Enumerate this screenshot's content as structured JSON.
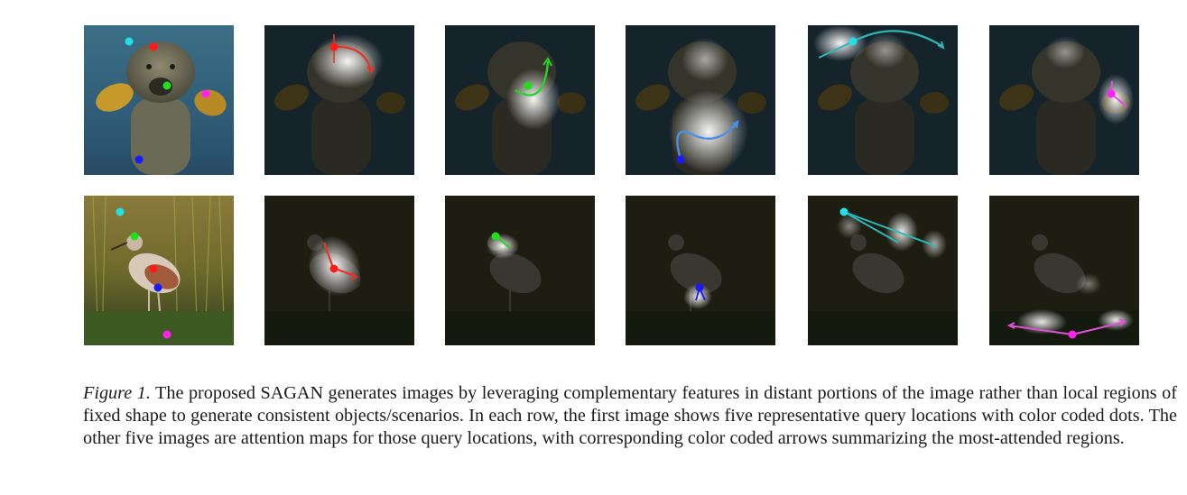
{
  "figure": {
    "rows": [
      {
        "subject": "dog",
        "query_colors": [
          "cyan",
          "red",
          "green",
          "magenta",
          "blue"
        ]
      },
      {
        "subject": "bird",
        "query_colors": [
          "cyan",
          "green",
          "red",
          "blue",
          "magenta"
        ]
      }
    ]
  },
  "caption": {
    "label": "Figure 1.",
    "text": " The proposed SAGAN generates images by leveraging complementary features in distant portions of the image rather than local regions of fixed shape to generate consistent objects/scenarios. In each row, the first image shows five representative query locations with color coded dots. The other five images are attention maps for those query locations, with corresponding color coded arrows summarizing the most-attended regions."
  },
  "colors": {
    "red": "#ff1a1a",
    "green": "#1fe01f",
    "blue": "#1a1aff",
    "cyan": "#22e0e8",
    "magenta": "#ff22ee",
    "arrow_red": "#e8332a",
    "arrow_green": "#2ad12a",
    "arrow_blue": "#4a8fe8",
    "arrow_cyan": "#2ab8b8",
    "arrow_magenta": "#e050d8"
  }
}
